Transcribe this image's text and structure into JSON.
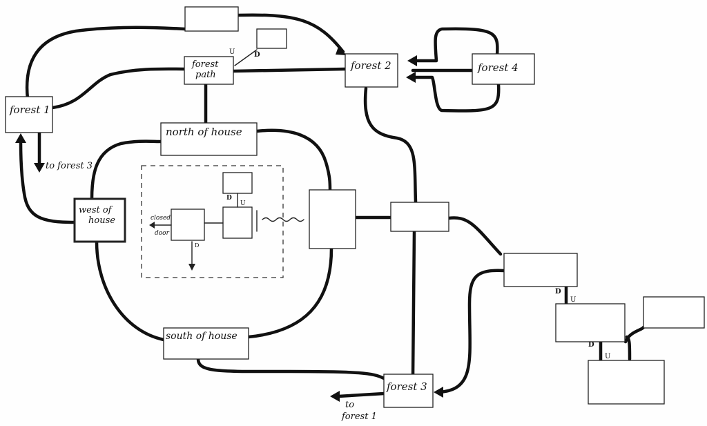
{
  "rooms": {
    "forest_path": "forest path",
    "forest_1": "forest 1",
    "forest_2": "forest 2",
    "forest_3": "forest 3",
    "forest_4": "forest 4",
    "north_of_house": "north of house",
    "west_of_house": "west of house",
    "south_of_house": "south of house"
  },
  "labels": {
    "to_forest_3": "to forest 3",
    "to_forest_1": "to forest 1",
    "closed_door": "closed door",
    "up": "U",
    "down": "D"
  }
}
